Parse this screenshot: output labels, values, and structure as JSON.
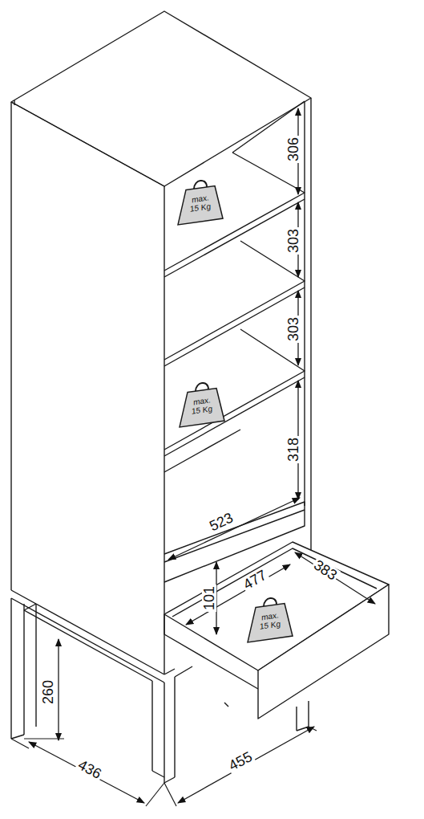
{
  "diagram": {
    "nodes": [
      {
        "text": [
          "max. 15 Kg"
        ]
      },
      {
        "text": [
          "max. 15 Kg"
        ]
      },
      {
        "text": [
          "max. 15 Kg"
        ]
      }
    ],
    "labels": [
      "306",
      "303",
      "303",
      "318",
      "523",
      "477",
      "383",
      "101",
      "260",
      "436",
      "455"
    ]
  }
}
